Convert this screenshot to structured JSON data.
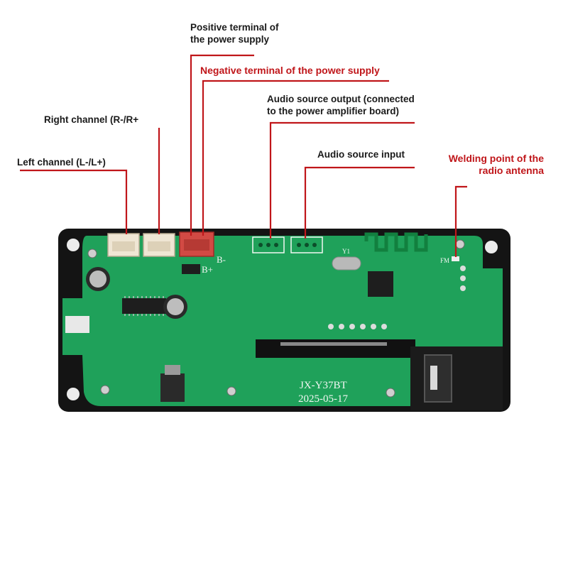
{
  "callouts": {
    "positive_terminal": {
      "line1": "Positive terminal of",
      "line2": "the power supply"
    },
    "negative_terminal": "Negative terminal of the power supply",
    "right_channel": "Right channel (R-/R+",
    "left_channel": "Left channel (L-/L+)",
    "audio_output": {
      "line1": "Audio source output (connected",
      "line2": "to the power amplifier board)"
    },
    "audio_input": "Audio source input",
    "antenna": {
      "line1": "Welding point of the",
      "line2": "radio antenna"
    }
  },
  "board": {
    "model": "JX-Y37BT",
    "date": "2025-05-17",
    "power_mark_pos": "B+",
    "power_mark_neg": "B-",
    "fm_mark": "FM",
    "y1_mark": "Y1"
  },
  "colors": {
    "pcb": "#1fa15a",
    "pcb_dark": "#178a4b",
    "frame": "#141414",
    "power_connector": "#d24a44",
    "callout_line": "#c0161a",
    "callout_red_text": "#c0161a"
  }
}
